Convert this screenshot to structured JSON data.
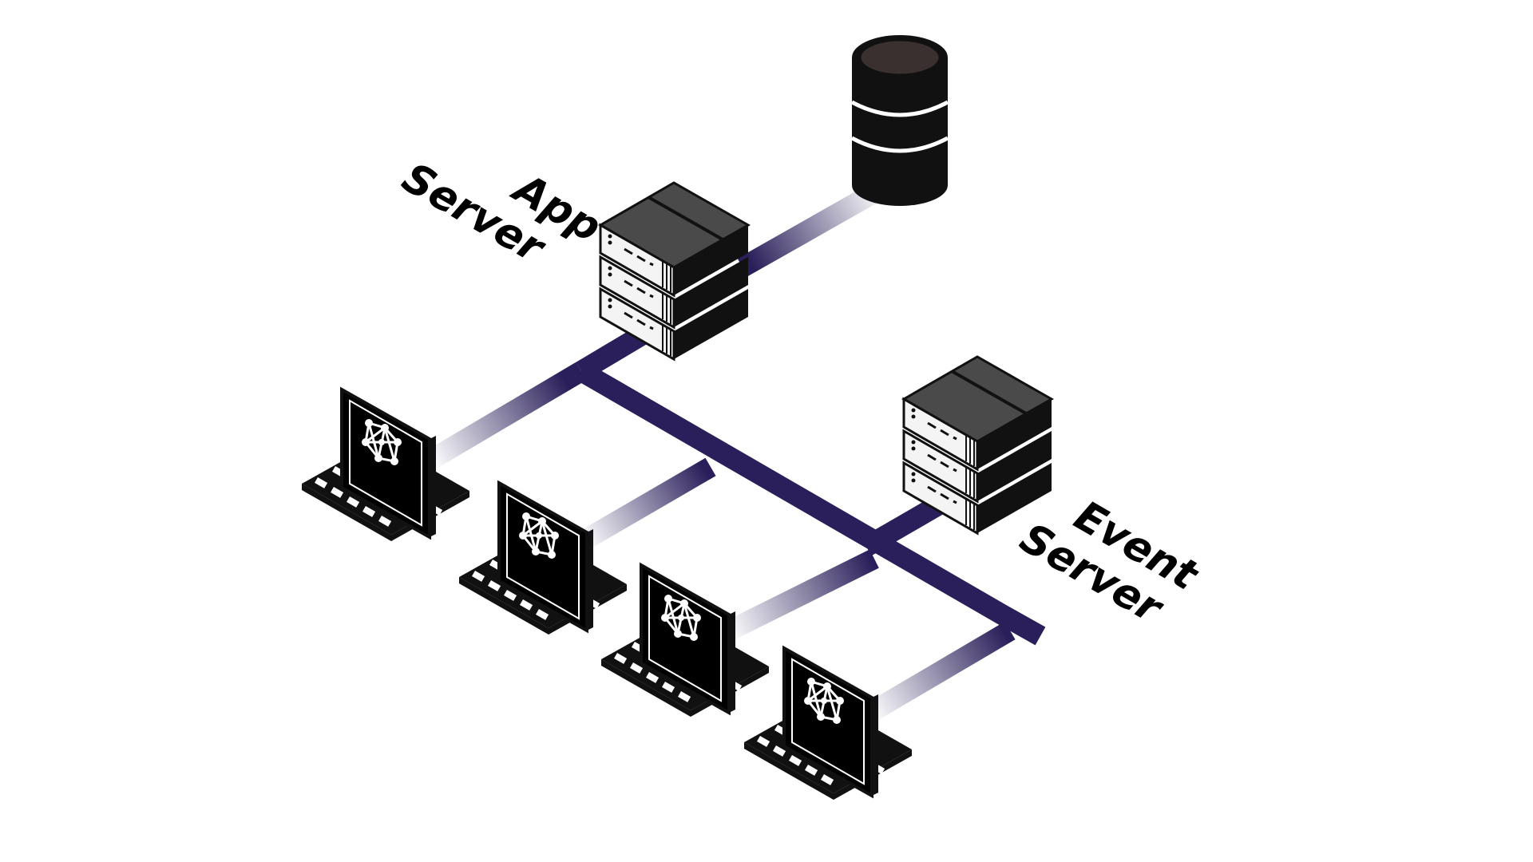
{
  "labels": {
    "app_server_line1": "App",
    "app_server_line2": "Server",
    "event_server_line1": "Event",
    "event_server_line2": "Server"
  },
  "colors": {
    "link": "#2a1f5a",
    "device_dark": "#111111",
    "device_top": "#4a4a4a",
    "screen": "#000000",
    "background": "#ffffff"
  },
  "icons": [
    "database-icon",
    "server-stack-icon",
    "laptop-icon",
    "network-graph-icon"
  ]
}
